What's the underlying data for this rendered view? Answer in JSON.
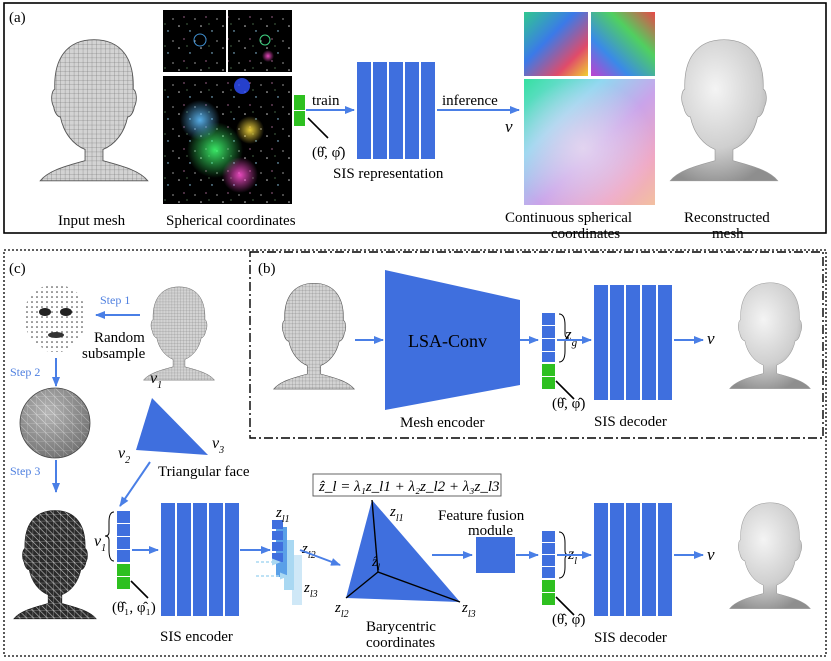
{
  "panels": {
    "a_label": "(a)",
    "b_label": "(b)",
    "c_label": "(c)"
  },
  "panel_a": {
    "input_mesh": "Input mesh",
    "spherical_coordinates": "Spherical coordinates",
    "train": "train",
    "theta_phi": "(θ̂, φ̂)",
    "sis_representation": "SIS representation",
    "inference": "inference",
    "v": "v",
    "continuous_line1": "Continuous spherical",
    "continuous_line2": "coordinates",
    "reconstructed_line1": "Reconstructed",
    "reconstructed_line2": "mesh"
  },
  "panel_b": {
    "encoder_inner": "LSA-Conv",
    "mesh_encoder": "Mesh encoder",
    "z_g": "z",
    "z_g_sub": "g",
    "theta_phi": "(θ̂, φ̂)",
    "v": "v",
    "sis_decoder": "SIS decoder"
  },
  "panel_c": {
    "step1": "Step 1",
    "step2": "Step 2",
    "step3": "Step 3",
    "random_line1": "Random",
    "random_line2": "subsample",
    "v1_top": "v",
    "v2": "v",
    "v3": "v",
    "v1_top_sub": "1",
    "v2_sub": "2",
    "v3_sub": "3",
    "triangular_face": "Triangular face",
    "v1_left": "v",
    "v1_left_sub": "1",
    "theta_phi_1": "(θ̂₁, φ̂₁)",
    "sis_encoder": "SIS encoder",
    "z": "z",
    "zl1_sub": "l1",
    "zl2_sub": "l2",
    "zl3_sub": "l3",
    "formula": "ẑ_l = λ₁z_l1 + λ₂z_l2 + λ₃z_l3",
    "center_z": "ẑ",
    "center_z_sub": "l",
    "barycentric_line1": "Barycentric",
    "barycentric_line2": "coordinates",
    "feature_line1": "Feature fusion",
    "feature_line2": "module",
    "z_l": "z",
    "z_l_sub": "l",
    "theta_phi": "(θ̂, φ̂)",
    "v": "v",
    "sis_decoder": "SIS decoder"
  },
  "colors": {
    "block_blue": "#3f6fde",
    "arrow_blue": "#4a7fe6",
    "light_blue": "#a9d8f2",
    "green": "#2ec020",
    "step_blue": "#4f80e0"
  },
  "icons": {
    "face_mesh": "head-mesh-icon",
    "face_smooth": "head-smooth-icon",
    "sphere": "sphere-mesh-icon",
    "point_cloud": "point-cloud-face-icon"
  }
}
